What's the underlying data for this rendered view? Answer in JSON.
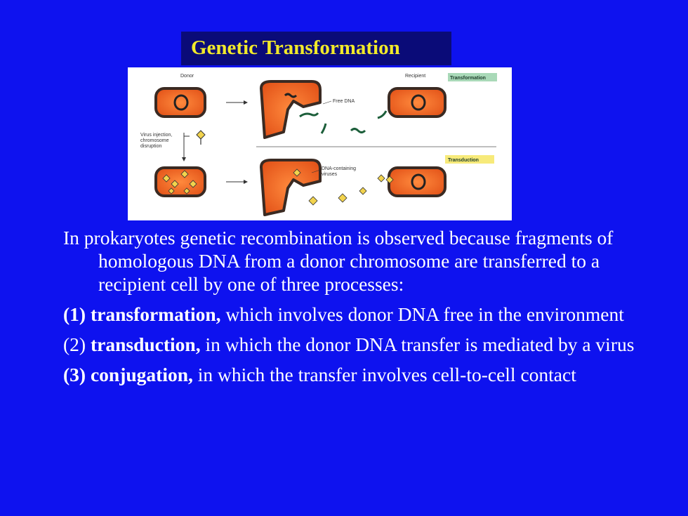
{
  "slide": {
    "title": "Genetic Transformation",
    "figure": {
      "donor_label": "Donor",
      "recipient_label": "Recipient",
      "free_dna_label": "Free DNA",
      "virus_label_lines": [
        "Virus injection,",
        "chromosome",
        "disruption"
      ],
      "dna_virus_label_lines": [
        "DNA-containing",
        "viruses"
      ],
      "tag_transformation": "Transformation",
      "tag_transduction": "Transduction",
      "colors": {
        "cell_fill": "#f26522",
        "cell_outline": "#3a2a22",
        "tag_transformation_bg": "#a9d9b8",
        "tag_transduction_bg": "#f7ea7a",
        "virus_fill": "#f2d34d"
      }
    },
    "intro": "In prokaryotes genetic recombination is observed because fragments of homologous DNA from a donor chromosome are transferred to a recipient cell by one of three processes:",
    "items": [
      {
        "number": "(1)",
        "number_bold": true,
        "term": "transformation,",
        "text": " which involves donor DNA free in the environment"
      },
      {
        "number": "(2)",
        "number_bold": false,
        "term": "transduction,",
        "text": " in which the donor DNA transfer is mediated by a virus"
      },
      {
        "number": "(3)",
        "number_bold": true,
        "term": "conjugation,",
        "text": " in which the transfer involves cell-to-cell contact"
      }
    ],
    "colors": {
      "background": "#0e12ef",
      "title_box": "#0a0b78",
      "title_text": "#f2ea2a",
      "body_text": "#ffffff"
    }
  }
}
